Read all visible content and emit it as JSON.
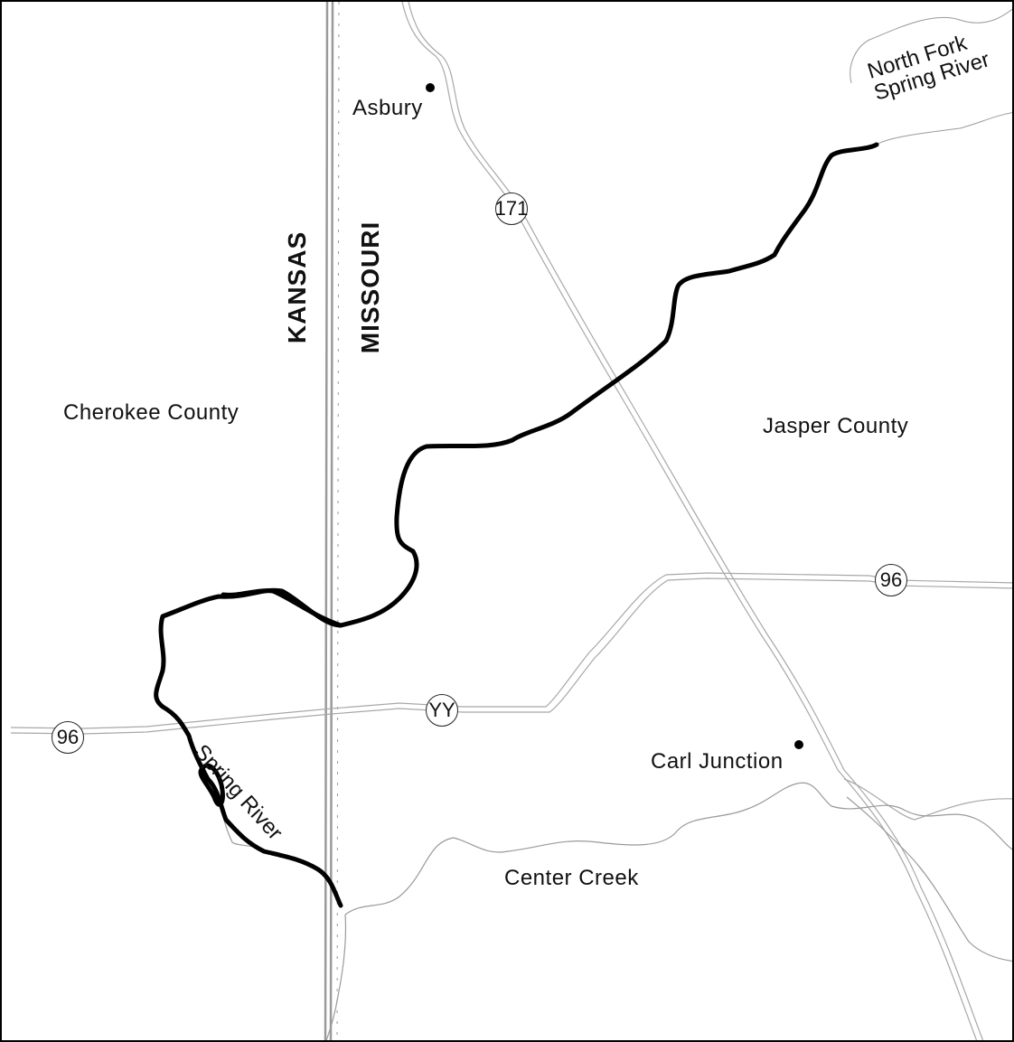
{
  "states": {
    "west": "KANSAS",
    "east": "MISSOURI"
  },
  "counties": {
    "west": "Cherokee County",
    "east": "Jasper County"
  },
  "towns": {
    "asbury": "Asbury",
    "carl_junction": "Carl Junction"
  },
  "waterways": {
    "north_fork": "North Fork\nSpring River",
    "spring_river": "Spring River",
    "center_creek": "Center Creek"
  },
  "routes": {
    "r171": "171",
    "r96_east": "96",
    "r96_west": "96",
    "ryy": "YY"
  },
  "colors": {
    "river": "#000000",
    "road": "#a8a8a8",
    "boundary": "#9a9a9a",
    "creek": "#9a9a9a"
  }
}
